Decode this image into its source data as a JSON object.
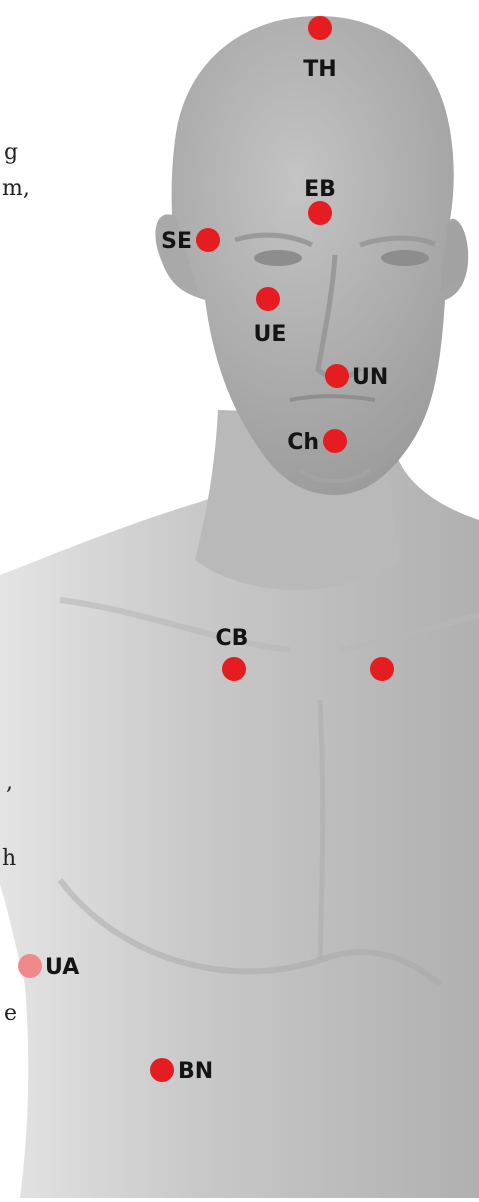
{
  "figure": {
    "text_fragments": [
      "g",
      "m,",
      ",",
      "h",
      "e"
    ],
    "point_color": "#e51c20",
    "faded_point_color": "#f08a8a",
    "points": [
      {
        "id": "TH",
        "label": "TH",
        "faded": false
      },
      {
        "id": "EB",
        "label": "EB",
        "faded": false
      },
      {
        "id": "SE",
        "label": "SE",
        "faded": false
      },
      {
        "id": "UE",
        "label": "UE",
        "faded": false
      },
      {
        "id": "UN",
        "label": "UN",
        "faded": false
      },
      {
        "id": "Ch",
        "label": "Ch",
        "faded": false
      },
      {
        "id": "CB",
        "label": "CB",
        "faded": false
      },
      {
        "id": "CB-right",
        "label": "",
        "faded": false
      },
      {
        "id": "UA",
        "label": "UA",
        "faded": true
      },
      {
        "id": "BN",
        "label": "BN",
        "faded": false
      }
    ]
  }
}
